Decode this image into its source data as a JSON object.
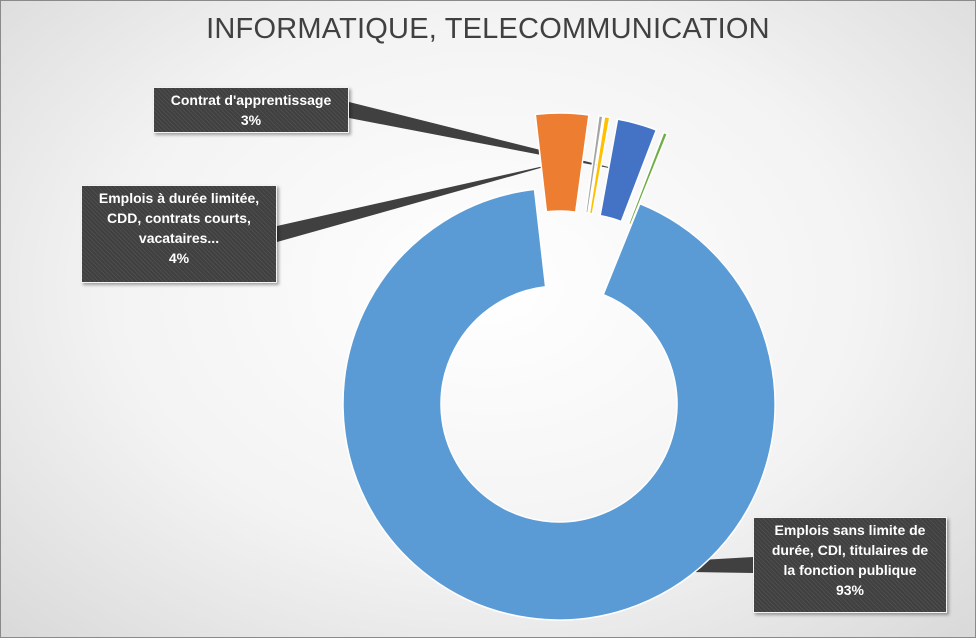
{
  "chart_data": {
    "type": "pie",
    "donut": true,
    "exploded": true,
    "title": "INFORMATIQUE, TELECOMMUNICATION",
    "start_angle_deg": 22,
    "slices": [
      {
        "name": "Emplois sans limite de durée, CDI, titulaires de la fonction publique",
        "percent_label": "93%",
        "value": 93,
        "color": "#5b9bd5"
      },
      {
        "name": "Emplois à durée limitée, CDD, contrats courts, vacataires...",
        "percent_label": "4%",
        "value": 4,
        "color": "#ed7d31"
      },
      {
        "name": "",
        "percent_label": "",
        "value": 0.3,
        "color": "#a5a5a5"
      },
      {
        "name": "",
        "percent_label": "",
        "value": 0.4,
        "color": "#ffc000"
      },
      {
        "name": "Contrat d'apprentissage",
        "percent_label": "3%",
        "value": 3,
        "color": "#4472c4"
      },
      {
        "name": "",
        "percent_label": "",
        "value": 0.3,
        "color": "#70ad47"
      }
    ],
    "data_labels": [
      {
        "lines": [
          "Contrat d'apprentissage",
          "3%"
        ],
        "slice": 4
      },
      {
        "lines": [
          "Emplois à durée limitée,",
          "CDD, contrats courts,",
          "vacataires...",
          "4%"
        ],
        "slice": 1
      },
      {
        "lines": [
          "Emplois sans limite de",
          "durée, CDI, titulaires de",
          "la fonction publique",
          "93%"
        ],
        "slice": 0
      }
    ]
  }
}
